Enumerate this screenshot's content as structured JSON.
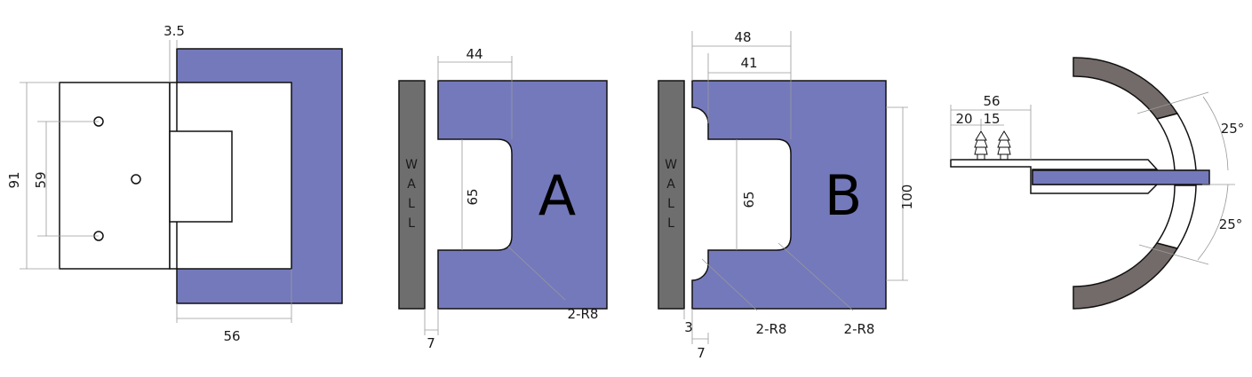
{
  "colors": {
    "glass": "#7479bb",
    "wall": "#6e6e6e",
    "arc": "#736b69",
    "outline": "#111111",
    "dim_line": "#9a9a9a"
  },
  "hinge_front": {
    "dim_plate_height": "91",
    "dim_hole_spacing": "59",
    "dim_gap": "3.5",
    "dim_depth": "56"
  },
  "profile_a": {
    "letter": "A",
    "wall_letters": [
      "W",
      "A",
      "L",
      "L"
    ],
    "dim_top": "44",
    "dim_cutout": "65",
    "dim_gap": "7",
    "radius_note": "2-R8"
  },
  "profile_b": {
    "letter": "B",
    "wall_letters": [
      "W",
      "A",
      "L",
      "L"
    ],
    "dim_top_outer": "48",
    "dim_top_inner": "41",
    "dim_cutout": "65",
    "dim_height": "100",
    "dim_gap_small": "3",
    "dim_gap": "7",
    "radius_note_left": "2-R8",
    "radius_note_right": "2-R8"
  },
  "top_view": {
    "dim_total": "56",
    "dim_a": "20",
    "dim_b": "15",
    "angle_top": "25°",
    "angle_bottom": "25°"
  }
}
